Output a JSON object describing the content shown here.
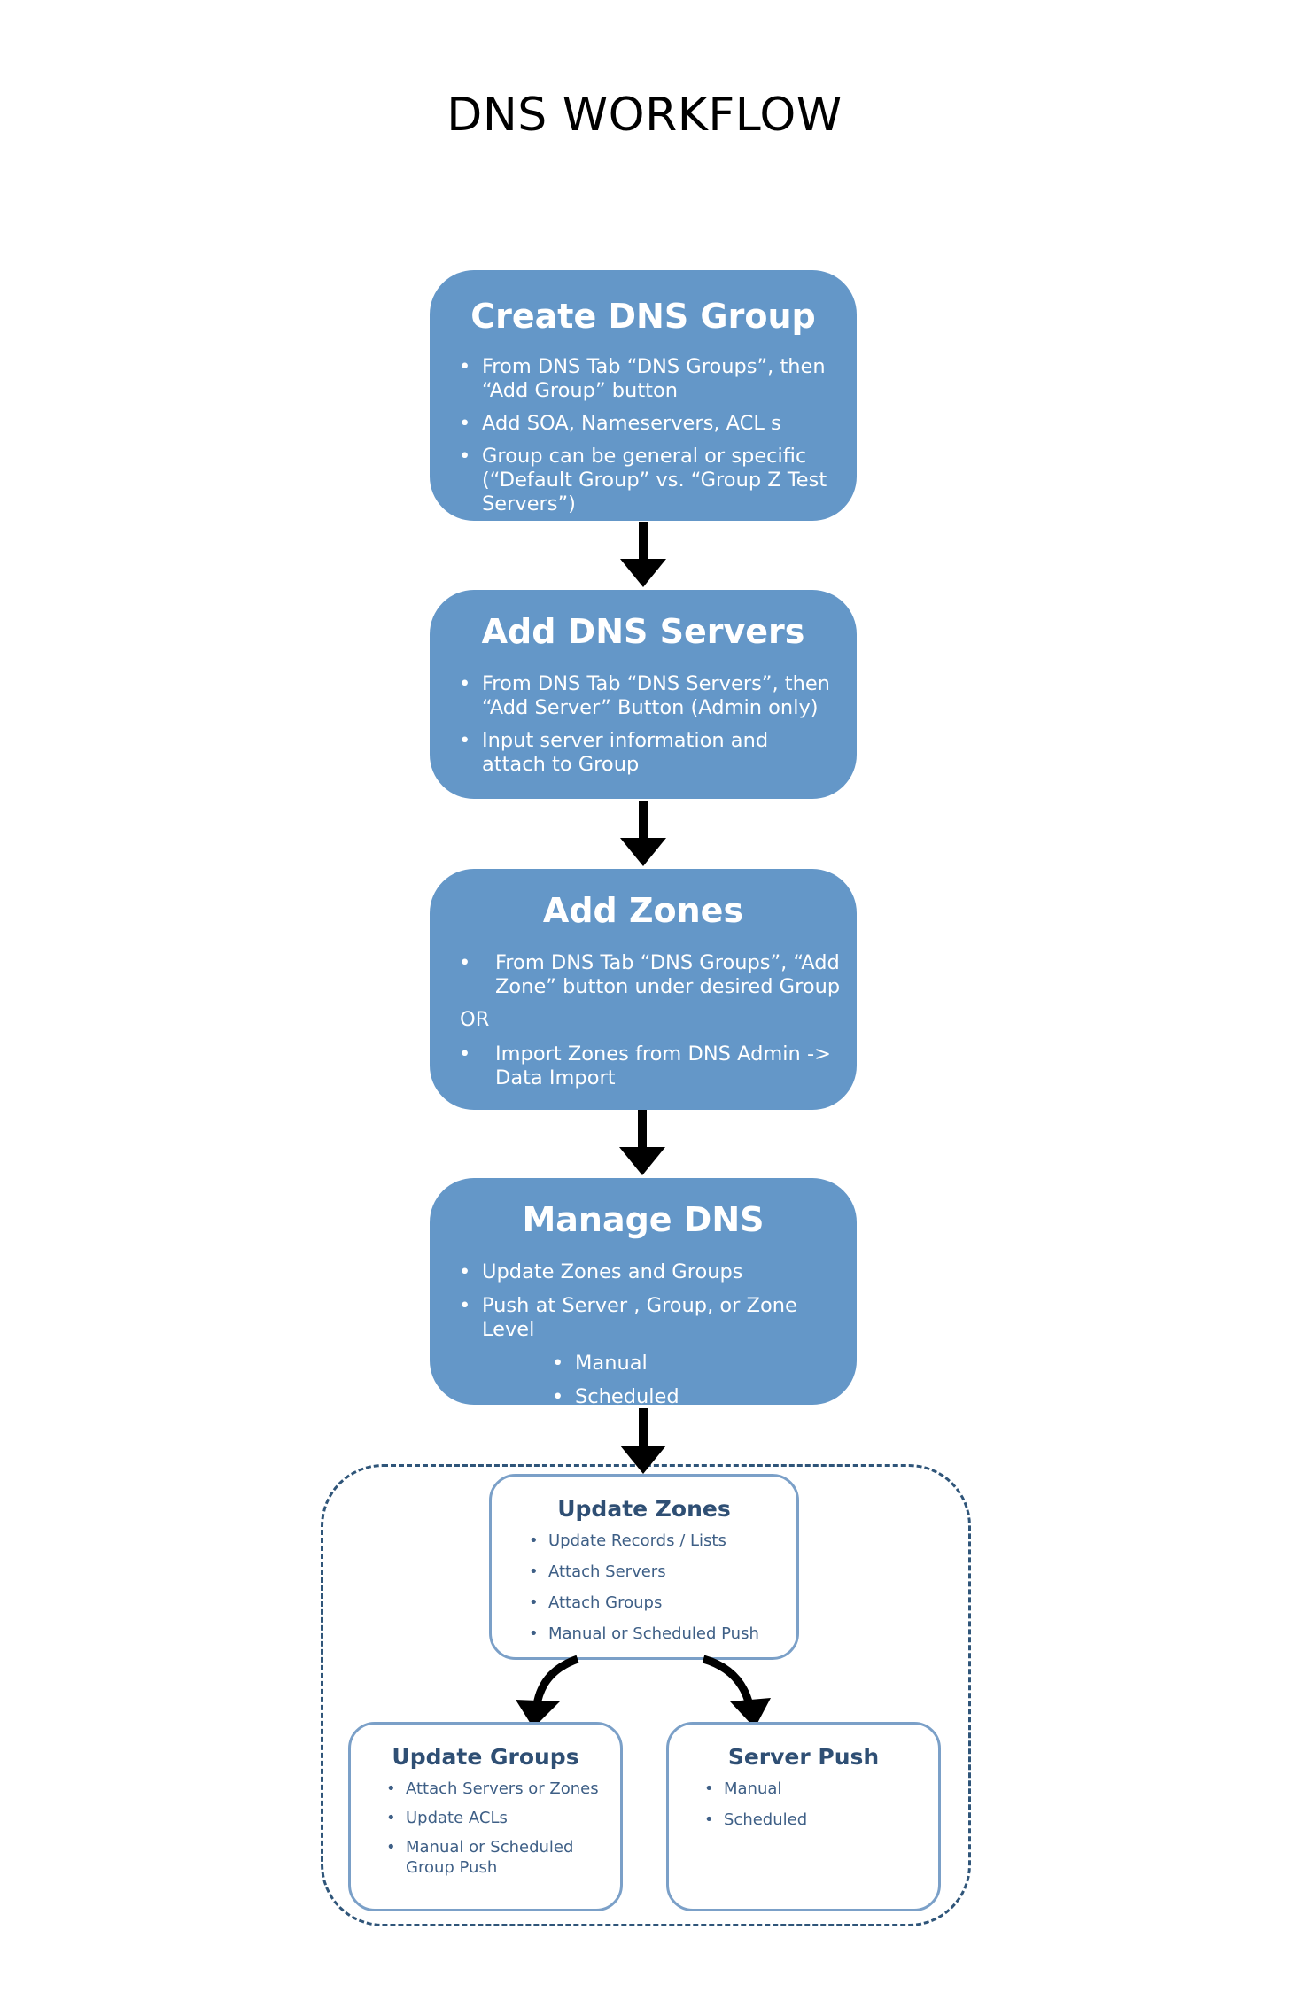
{
  "title": "DNS WORKFLOW",
  "steps": [
    {
      "heading": "Create DNS Group",
      "bullets": [
        "From DNS Tab “DNS Groups”, then “Add Group” button",
        "Add SOA, Nameservers, ACL s",
        "Group can be general or specific (“Default Group” vs. “Group Z Test Servers”)"
      ]
    },
    {
      "heading": "Add DNS Servers",
      "bullets": [
        "From DNS Tab “DNS Servers”, then “Add Server” Button (Admin only)",
        "Input server information and attach to Group"
      ]
    },
    {
      "heading": "Add  Zones",
      "bullets": [
        "From DNS Tab “DNS Groups”, “Add Zone” button under desired Group"
      ],
      "or_label": "OR",
      "bullets_after_or": [
        "Import Zones from DNS Admin -> Data Import"
      ]
    },
    {
      "heading": "Manage DNS",
      "bullets": [
        "Update Zones and Groups",
        "Push at Server , Group, or Zone Level"
      ],
      "sub_bullets": [
        "Manual",
        "Scheduled"
      ]
    }
  ],
  "update_zones": {
    "heading": "Update Zones",
    "bullets": [
      "Update Records / Lists",
      "Attach Servers",
      "Attach Groups",
      "Manual or Scheduled Push"
    ]
  },
  "update_groups": {
    "heading": "Update Groups",
    "bullets": [
      "Attach Servers or Zones",
      "Update ACLs",
      "Manual or Scheduled Group Push"
    ]
  },
  "server_push": {
    "heading": "Server Push",
    "bullets": [
      "Manual",
      "Scheduled"
    ]
  },
  "colors": {
    "step_box_fill": "#6497c8",
    "outline_box_border": "#7ba0c8",
    "outline_box_text": "#2f4f74",
    "dashed_frame": "#2f5579",
    "arrow": "#000000"
  }
}
